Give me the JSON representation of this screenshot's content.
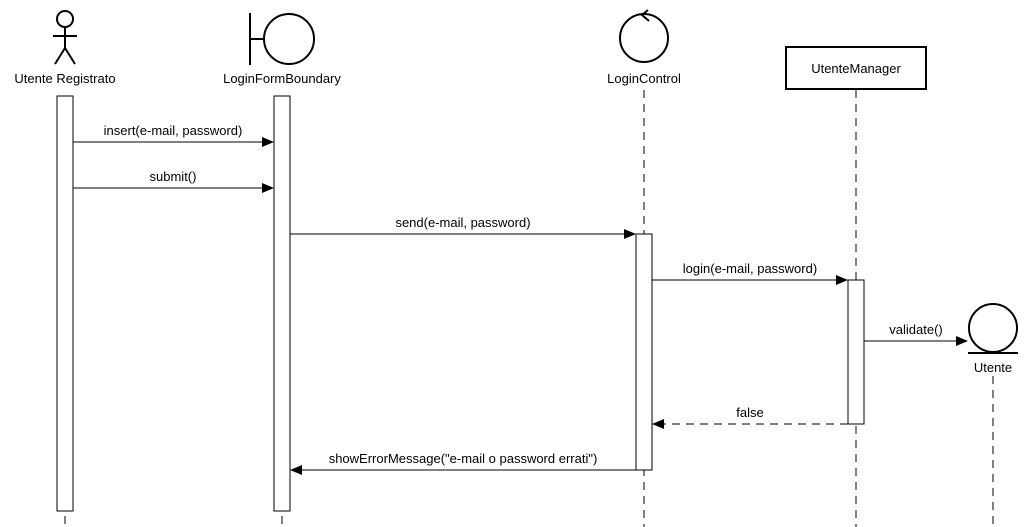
{
  "participants": {
    "user": "Utente Registrato",
    "boundary": "LoginFormBoundary",
    "control": "LoginControl",
    "manager": "UtenteManager",
    "entity": "Utente"
  },
  "messages": [
    {
      "label": "insert(e-mail, password)",
      "kind": "sync"
    },
    {
      "label": "submit()",
      "kind": "sync"
    },
    {
      "label": "send(e-mail, password)",
      "kind": "sync"
    },
    {
      "label": "login(e-mail, password)",
      "kind": "sync"
    },
    {
      "label": "validate()",
      "kind": "sync"
    },
    {
      "label": "false",
      "kind": "return"
    },
    {
      "label": "showErrorMessage(\"e-mail o password errati\")",
      "kind": "sync"
    }
  ],
  "colors": {
    "stroke": "#000000",
    "background": "#ffffff"
  }
}
